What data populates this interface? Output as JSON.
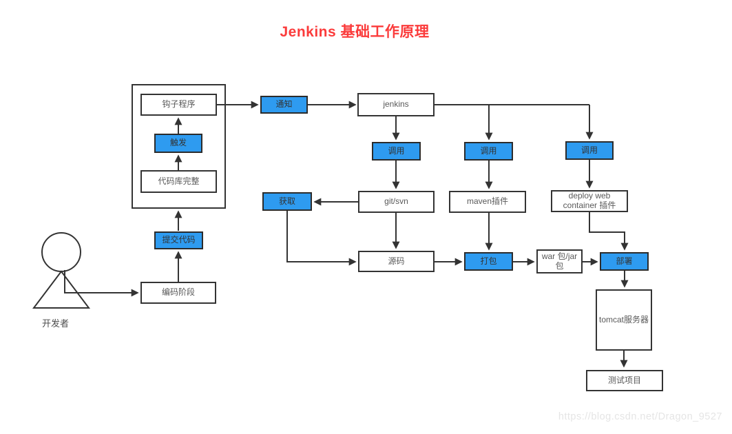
{
  "title": "Jenkins 基础工作原理",
  "watermark": "https://blog.csdn.net/Dragon_9527",
  "colors": {
    "title_red": "#fb3b3b",
    "accent_blue": "#2e9bf0",
    "line": "#333333"
  },
  "person": {
    "label": "开发者"
  },
  "nodes": {
    "hook_program": "钩子程序",
    "trigger": "触发",
    "repo_complete": "代码库完整",
    "notify": "通知",
    "jenkins": "jenkins",
    "call_git": "调用",
    "call_maven": "调用",
    "call_deploy": "调用",
    "fetch": "获取",
    "git_svn": "git/svn",
    "maven_plugin": "maven插件",
    "deploy_plugin": "deploy web container 插件",
    "source_code": "源码",
    "package": "打包",
    "war_jar": "war 包/jar包",
    "deploy": "部署",
    "tomcat_server": "tomcat服务器",
    "test_project": "测试项目",
    "commit_code": "提交代码",
    "coding_stage": "编码阶段"
  }
}
